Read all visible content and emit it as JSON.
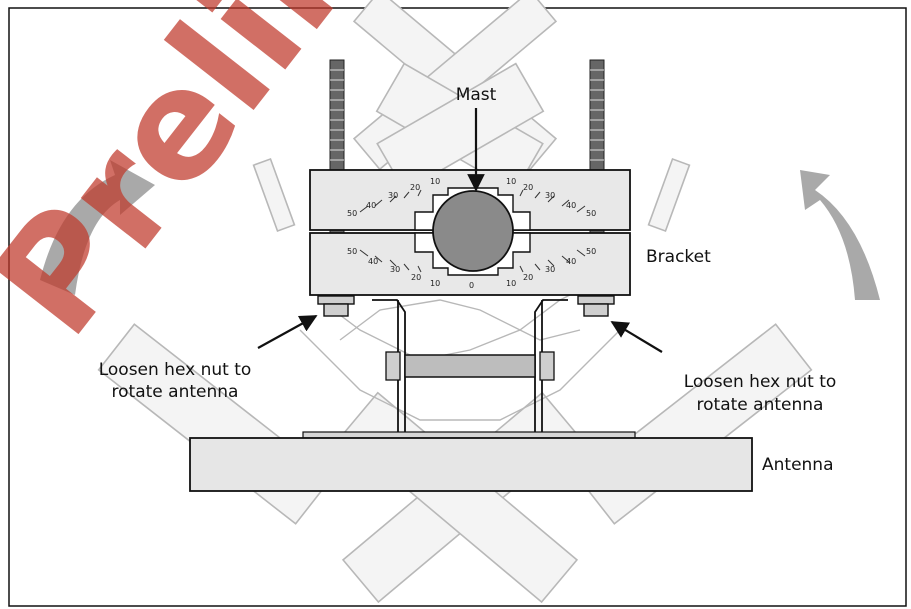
{
  "labels": {
    "mast": "Mast",
    "bracket": "Bracket",
    "antenna": "Antenna",
    "hex_left_line1": "Loosen hex nut to",
    "hex_left_line2": "rotate antenna",
    "hex_right_line1": "Loosen hex nut to",
    "hex_right_line2": "rotate antenna"
  },
  "watermark": "Prelim",
  "scale": {
    "upper_left": [
      "50",
      "40",
      "30",
      "20",
      "10"
    ],
    "upper_right": [
      "10",
      "20",
      "30",
      "40",
      "50"
    ],
    "lower_left": [
      "50",
      "40",
      "30",
      "20",
      "10"
    ],
    "lower_right": [
      "10",
      "20",
      "30",
      "40",
      "50"
    ],
    "center": "0"
  },
  "colors": {
    "watermark": "#c0392b",
    "ghost": "#b8b8b8",
    "rotation_arrow": "#a9a9a9",
    "bracket_fill": "#e8e8e8",
    "mast_fill": "#8a8a8a",
    "antenna_fill": "#e6e6e6"
  }
}
